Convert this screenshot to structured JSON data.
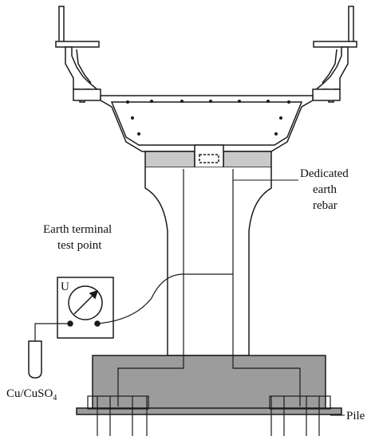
{
  "labels": {
    "dedicated_earth_rebar_line1": "Dedicated",
    "dedicated_earth_rebar_line2": "earth",
    "dedicated_earth_rebar_line3": "rebar",
    "earth_terminal_line1": "Earth terminal",
    "earth_terminal_line2": "test point",
    "meter_symbol": "U",
    "electrode_main": "Cu/CuSO",
    "electrode_sub": "4",
    "pile": "Pile"
  },
  "colors": {
    "stroke": "#1a1a1a",
    "grey_fill": "#9c9c9c",
    "light_grey_fill": "#c9c9c9",
    "background": "#ffffff"
  }
}
